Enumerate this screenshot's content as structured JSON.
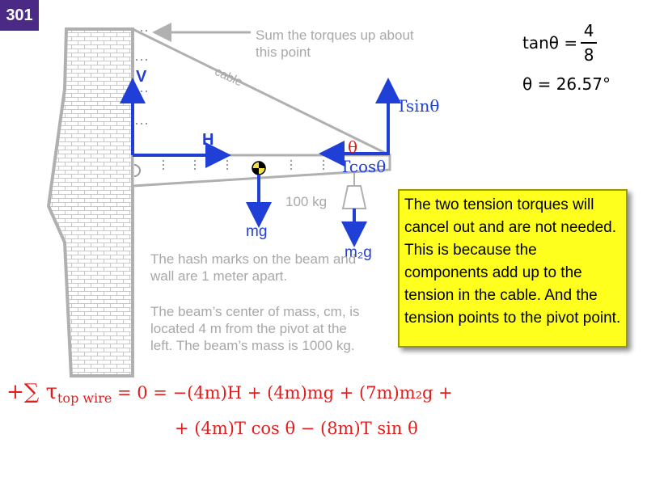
{
  "slide_number": "301",
  "callout_top": "Sum the torques up about this point",
  "cable_label": "cable",
  "labels": {
    "V": "V",
    "H": "H",
    "theta": "θ",
    "tsin": "Tsinθ",
    "tcos": "Tcosθ",
    "mg": "mg",
    "m2g": "m₂g",
    "mass_100": "100 kg"
  },
  "equations": {
    "tan_lhs": "tanθ =",
    "tan_num": "4",
    "tan_den": "8",
    "theta_value": "θ = 26.57°"
  },
  "gray_text": {
    "hash_marks": "The hash marks on the beam and wall are 1 meter apart.",
    "center_mass": "The beam’s center of mass, cm, is located 4 m from the pivot at the left. The beam’s mass is 1000 kg."
  },
  "note": "The two tension torques will cancel out and are not needed. This is because the components add up to the tension in the cable. And the tension points to the pivot point.",
  "torque_eq": {
    "line1_prefix": "+∑ τ",
    "line1_sub": "top wire",
    "line1_rest": " = 0 = −(4m)H + (4m)mg + (7m)m₂g +",
    "line2": "+ (4m)T cos θ − (8m)T sin θ"
  },
  "colors": {
    "vector_blue": "#1f3fd6",
    "theta_red": "#e11d1d",
    "note_yellow": "#ffff1e",
    "slide_badge": "#4b2a86",
    "structure_gray": "#b0b0b0"
  }
}
